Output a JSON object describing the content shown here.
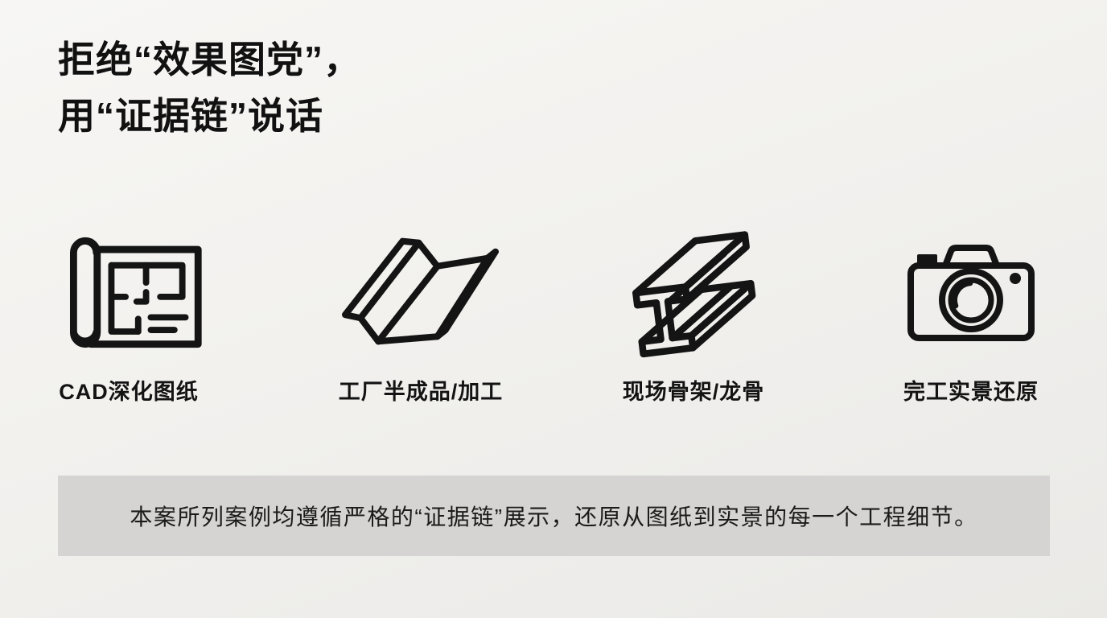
{
  "page": {
    "background": "#f2f1ee",
    "ink_color": "#141414",
    "banner_background": "#d5d4d2",
    "arrow_color": "#141414"
  },
  "title": {
    "line1": "拒绝“效果图党”，",
    "line2": "用“证据链”说话"
  },
  "process": {
    "steps": [
      {
        "label": "CAD深化图纸",
        "icon": "blueprint-icon"
      },
      {
        "label": "工厂半成品/加工",
        "icon": "metal-panel-icon"
      },
      {
        "label": "现场骨架/龙骨",
        "icon": "steel-beam-icon"
      },
      {
        "label": "完工实景还原",
        "icon": "camera-icon"
      }
    ]
  },
  "footer": {
    "note": "本案所列案例均遵循严格的“证据链”展示，还原从图纸到实景的每一个工程细节。"
  }
}
